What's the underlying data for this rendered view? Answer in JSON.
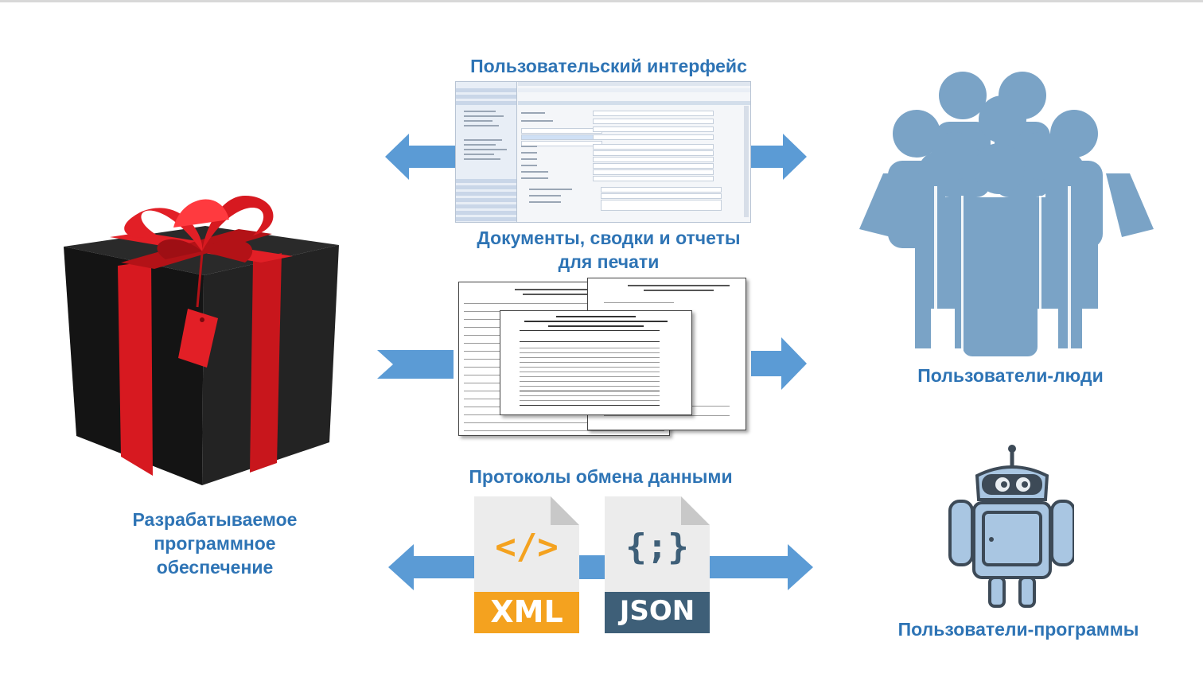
{
  "titles": {
    "ui": "Пользовательский интерфейс",
    "docs_line1": "Документы, сводки и отчеты",
    "docs_line2": "для печати",
    "protocols": "Протоколы обмена данными",
    "software_line1": "Разрабатываемое",
    "software_line2": "программное",
    "software_line3": "обеспечение",
    "users_people": "Пользователи-люди",
    "users_programs": "Пользователи-программы"
  },
  "files": {
    "xml_label": "XML",
    "xml_glyph": "</>",
    "json_label": "JSON",
    "json_glyph": "{;}"
  },
  "colors": {
    "title": "#2e74b5",
    "arrow": "#5b9bd5",
    "person": "#7aa3c6",
    "xml_band": "#f4a21f",
    "json_band": "#3e5f78",
    "gift_box": "#1c1c1c",
    "ribbon": "#d71920",
    "robot_body": "#a9c6e2"
  },
  "icons": [
    "gift-box-icon",
    "people-group-icon",
    "robot-icon",
    "xml-file-icon",
    "json-file-icon"
  ]
}
